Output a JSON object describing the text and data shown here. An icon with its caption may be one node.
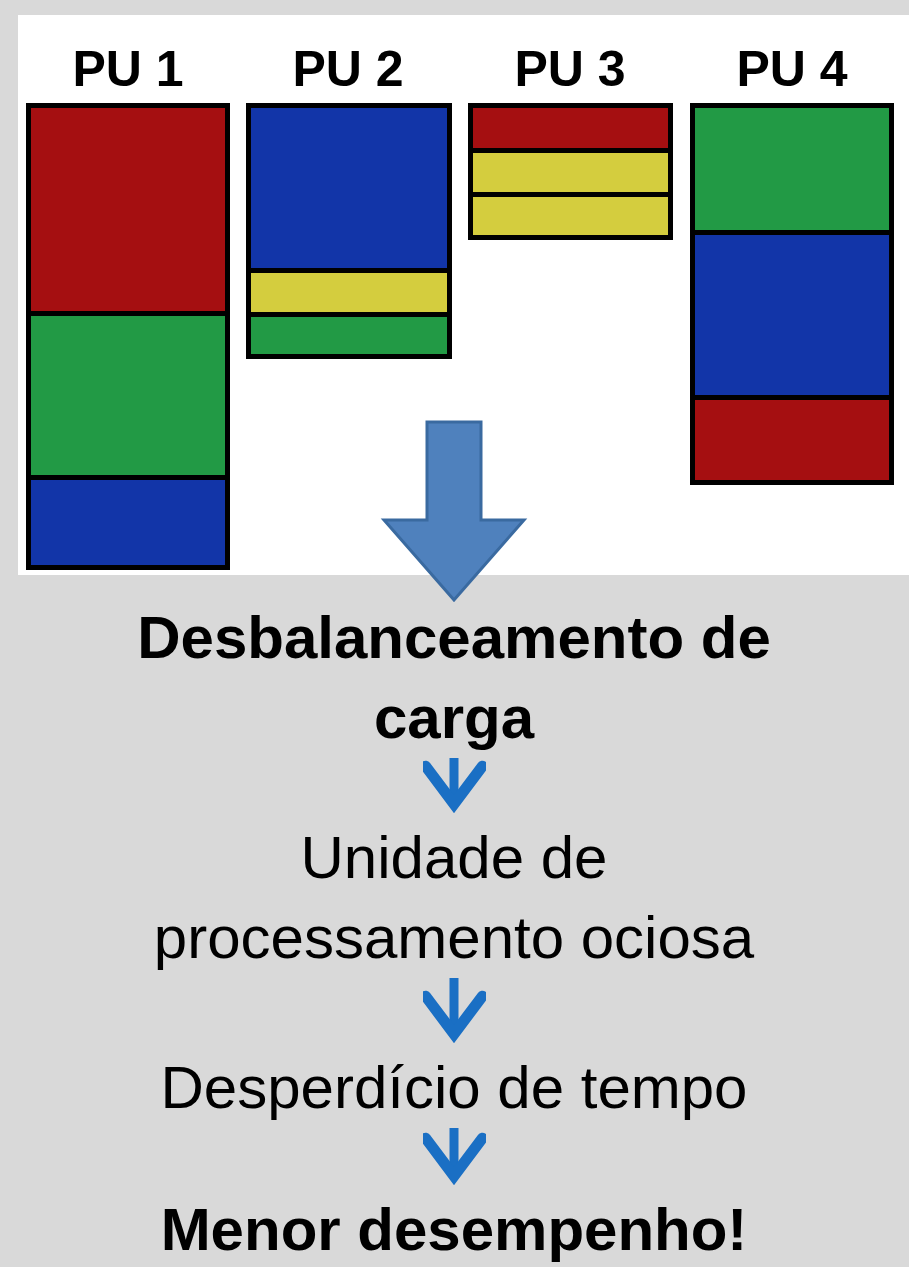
{
  "diagram": {
    "nodes": [
      {
        "text": [],
        "shape": "box"
      },
      {
        "text": [],
        "shape": "bar",
        "in": 0
      },
      {
        "text": [],
        "shape": "bar",
        "in": 0
      },
      {
        "text": [],
        "shape": "bar",
        "in": 0
      },
      {
        "text": [],
        "shape": "bar",
        "in": 0
      },
      {
        "text": [],
        "shape": "bar",
        "in": 0
      },
      {
        "text": [],
        "shape": "bar",
        "in": 0
      },
      {
        "text": [],
        "shape": "bar",
        "in": 0
      },
      {
        "text": [],
        "shape": "bar",
        "in": 0
      },
      {
        "text": [],
        "shape": "bar",
        "in": 0
      },
      {
        "text": [],
        "shape": "bar",
        "in": 0
      },
      {
        "text": [],
        "shape": "bar",
        "in": 0
      },
      {
        "text": [],
        "shape": "bar",
        "in": 0
      },
      {
        "text": [
          "Desbalanceamento de carga"
        ]
      },
      {
        "text": [
          "Unidade de processamento ociosa"
        ]
      },
      {
        "text": [
          "Desperdício de tempo"
        ]
      },
      {
        "text": [
          "Menor desempenho!"
        ]
      }
    ],
    "edges": [
      {
        "from": 0,
        "to": 13,
        "arrow": "to",
        "style": "thick",
        "color": "#4f81bd"
      },
      {
        "from": 13,
        "to": 14,
        "arrow": "to"
      },
      {
        "from": 14,
        "to": 15,
        "arrow": "to"
      },
      {
        "from": 15,
        "to": 16,
        "arrow": "to"
      }
    ],
    "labels": [
      "PU 1",
      "PU 2",
      "PU 3",
      "PU 4"
    ]
  }
}
